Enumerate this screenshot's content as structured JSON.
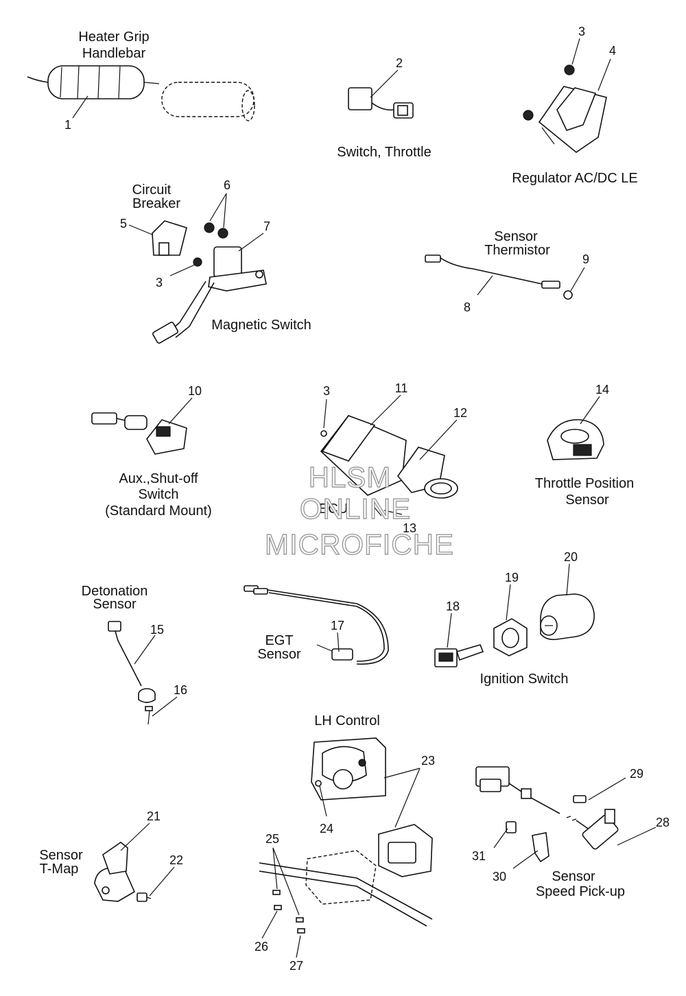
{
  "watermark": {
    "line1": "HLSM",
    "line2": "ONLINE",
    "line3": "MICROFICHE"
  },
  "labels": {
    "heater_grip": [
      "Heater Grip",
      "Handlebar"
    ],
    "switch_throttle": "Switch, Throttle",
    "regulator": "Regulator AC/DC LE",
    "circuit_breaker": [
      "Circuit",
      "Breaker"
    ],
    "magnetic_switch": "Magnetic Switch",
    "sensor_thermistor": [
      "Sensor",
      "Thermistor"
    ],
    "aux_shutoff": [
      "Aux.,Shut-off",
      "Switch",
      "(Standard Mount)"
    ],
    "ecu": "ECU",
    "throttle_position": [
      "Throttle Position",
      "Sensor"
    ],
    "detonation_sensor": [
      "Detonation",
      "Sensor"
    ],
    "egt_sensor": [
      "EGT",
      "Sensor"
    ],
    "ignition_switch": "Ignition Switch",
    "lh_control": "LH Control",
    "sensor_tmap": [
      "Sensor",
      "T-Map"
    ],
    "sensor_speed": [
      "Sensor",
      "Speed Pick-up"
    ]
  },
  "callouts": {
    "c1": "1",
    "c2": "2",
    "c3a": "3",
    "c4": "4",
    "c5": "5",
    "c6": "6",
    "c7": "7",
    "c3b": "3",
    "c8": "8",
    "c9": "9",
    "c10": "10",
    "c3c": "3",
    "c11": "11",
    "c12": "12",
    "c13": "13",
    "c14": "14",
    "c15": "15",
    "c16": "16",
    "c17": "17",
    "c18": "18",
    "c19": "19",
    "c20": "20",
    "c21": "21",
    "c22": "22",
    "c23": "23",
    "c24": "24",
    "c25": "25",
    "c26": "26",
    "c27": "27",
    "c28": "28",
    "c29": "29",
    "c30": "30",
    "c31": "31"
  }
}
